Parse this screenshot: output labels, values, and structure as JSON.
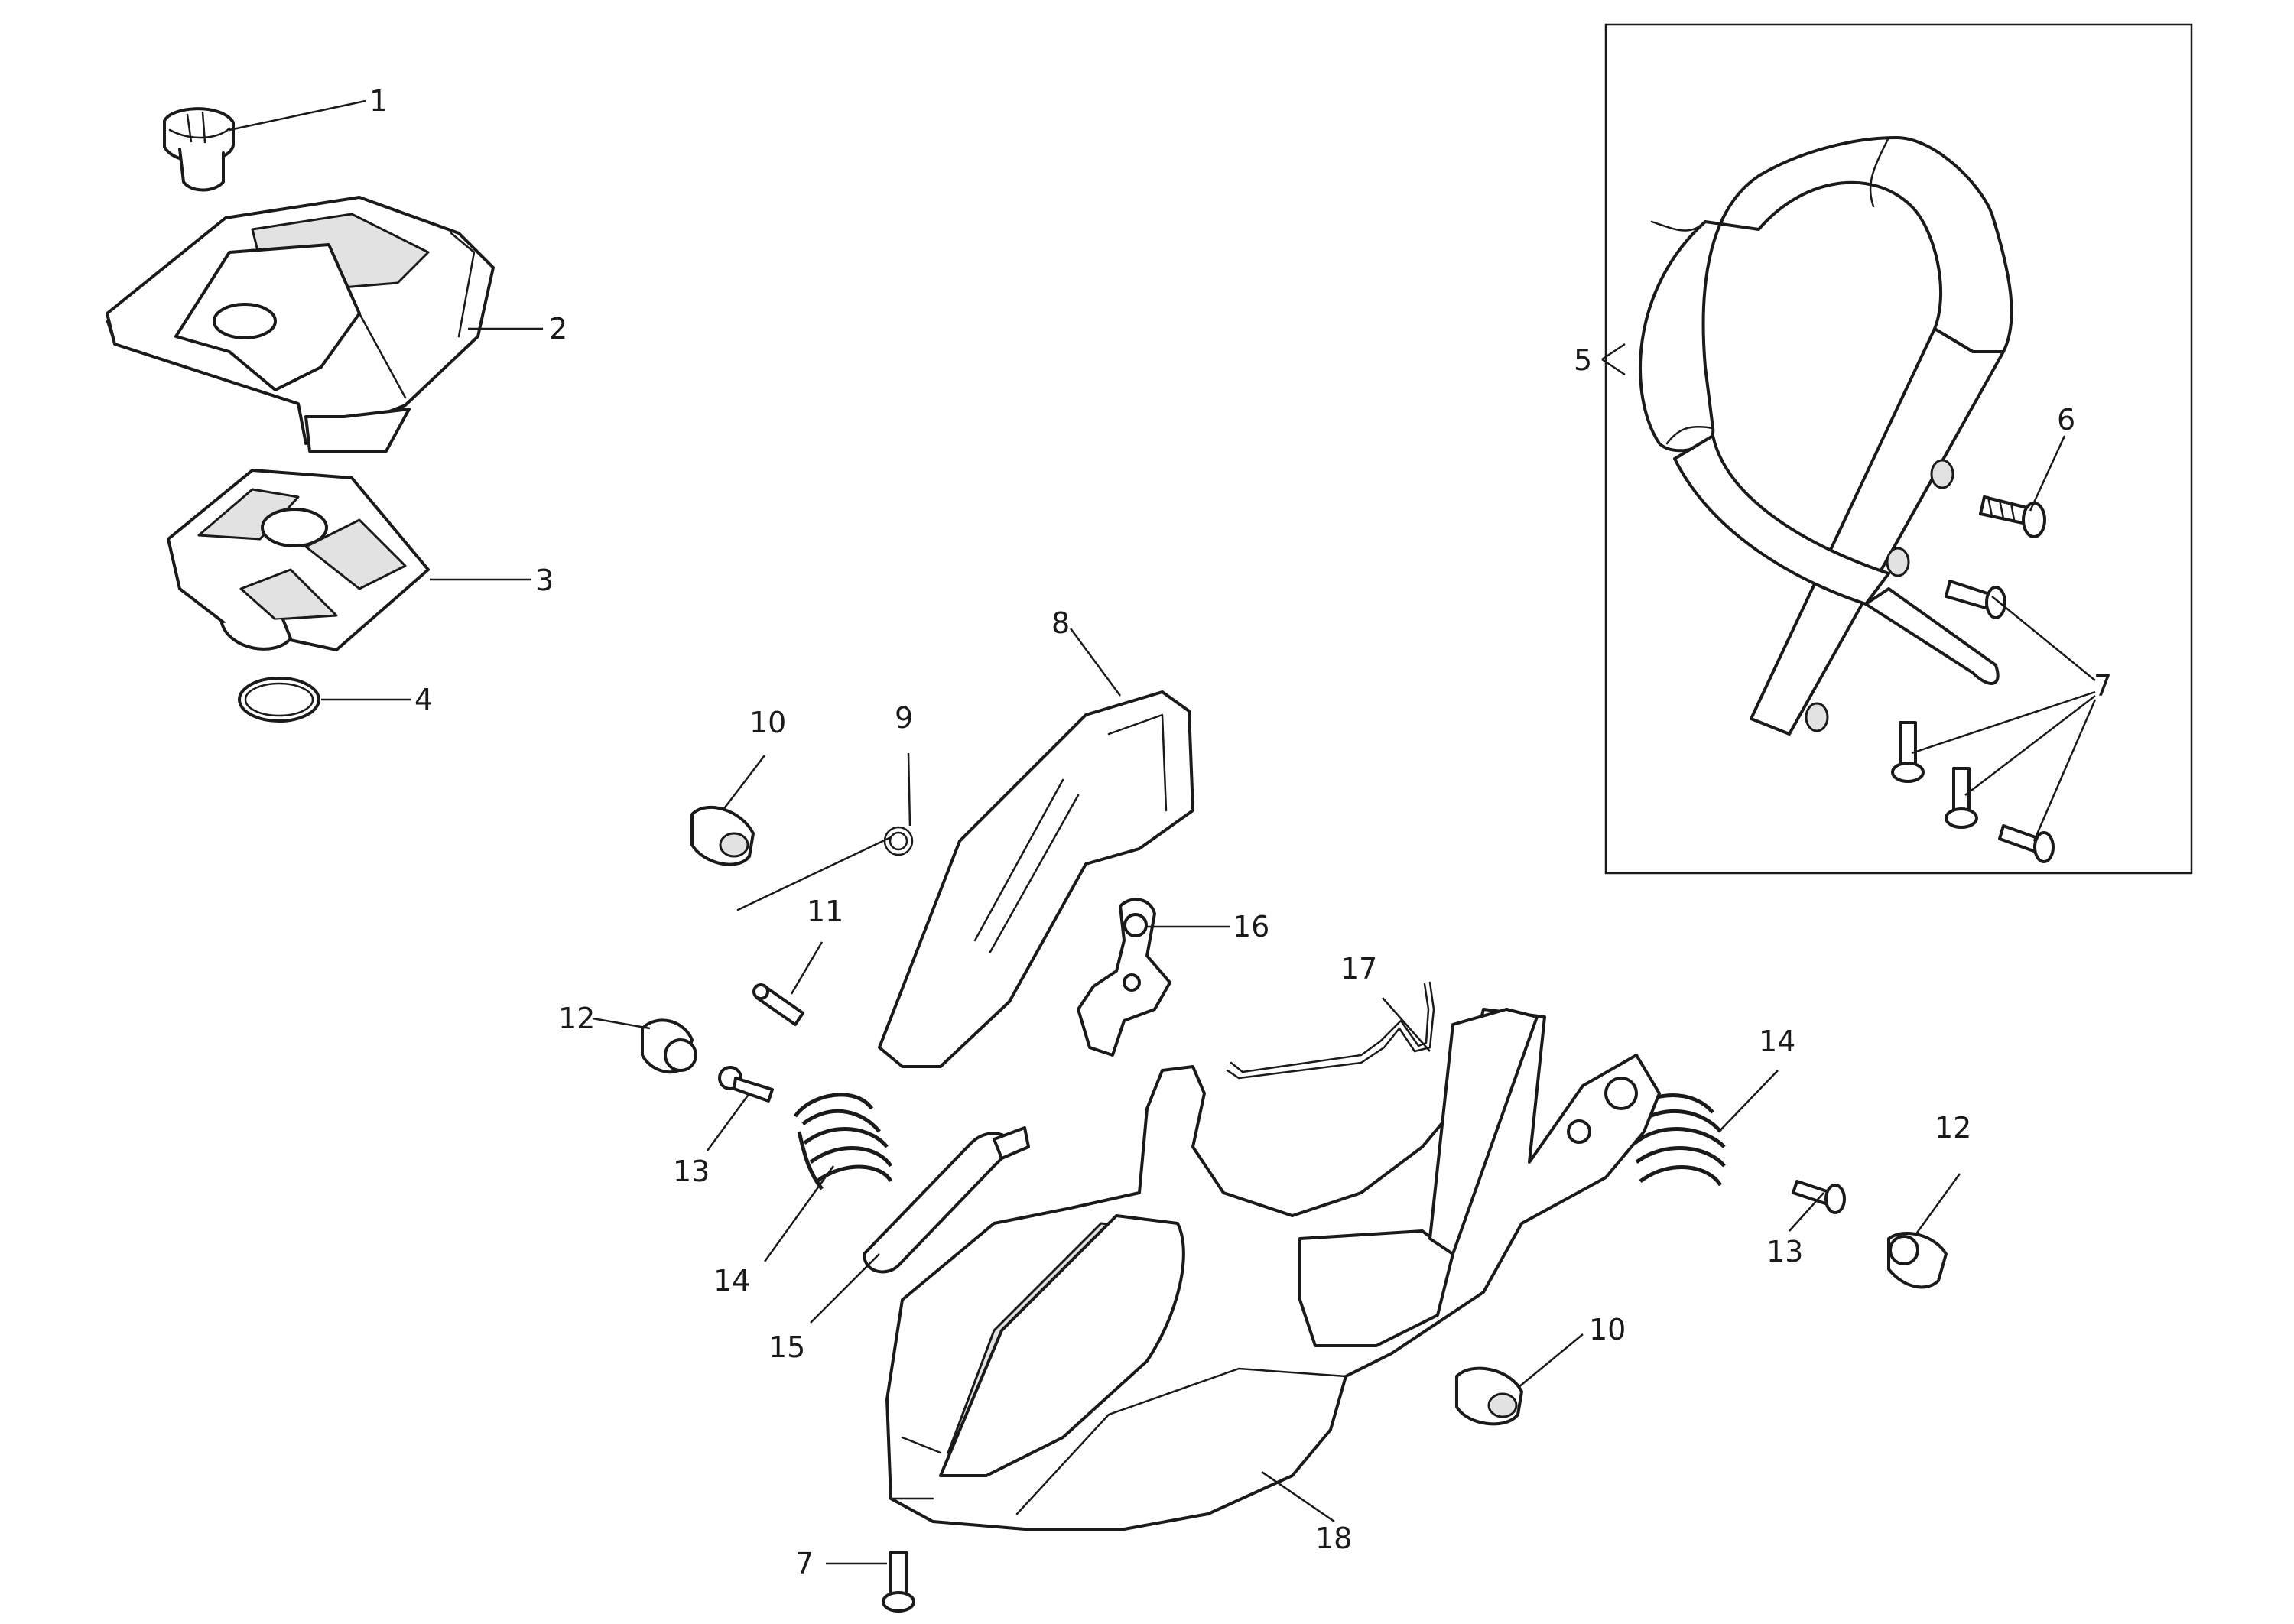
{
  "callouts": [
    {
      "id": "c1",
      "number": "1"
    },
    {
      "id": "c2",
      "number": "2"
    },
    {
      "id": "c3",
      "number": "3"
    },
    {
      "id": "c4",
      "number": "4"
    },
    {
      "id": "c5",
      "number": "5"
    },
    {
      "id": "c6",
      "number": "6"
    },
    {
      "id": "c7a",
      "number": "7"
    },
    {
      "id": "c7b",
      "number": "7"
    },
    {
      "id": "c8",
      "number": "8"
    },
    {
      "id": "c9",
      "number": "9"
    },
    {
      "id": "c10a",
      "number": "10"
    },
    {
      "id": "c10b",
      "number": "10"
    },
    {
      "id": "c11",
      "number": "11"
    },
    {
      "id": "c12a",
      "number": "12"
    },
    {
      "id": "c12b",
      "number": "12"
    },
    {
      "id": "c13a",
      "number": "13"
    },
    {
      "id": "c13b",
      "number": "13"
    },
    {
      "id": "c14a",
      "number": "14"
    },
    {
      "id": "c14b",
      "number": "14"
    },
    {
      "id": "c15",
      "number": "15"
    },
    {
      "id": "c16",
      "number": "16"
    },
    {
      "id": "c17",
      "number": "17"
    },
    {
      "id": "c18",
      "number": "18"
    }
  ],
  "colors": {
    "line": "#1a1a1a",
    "background": "#ffffff",
    "shade": "#e2e2e2"
  }
}
